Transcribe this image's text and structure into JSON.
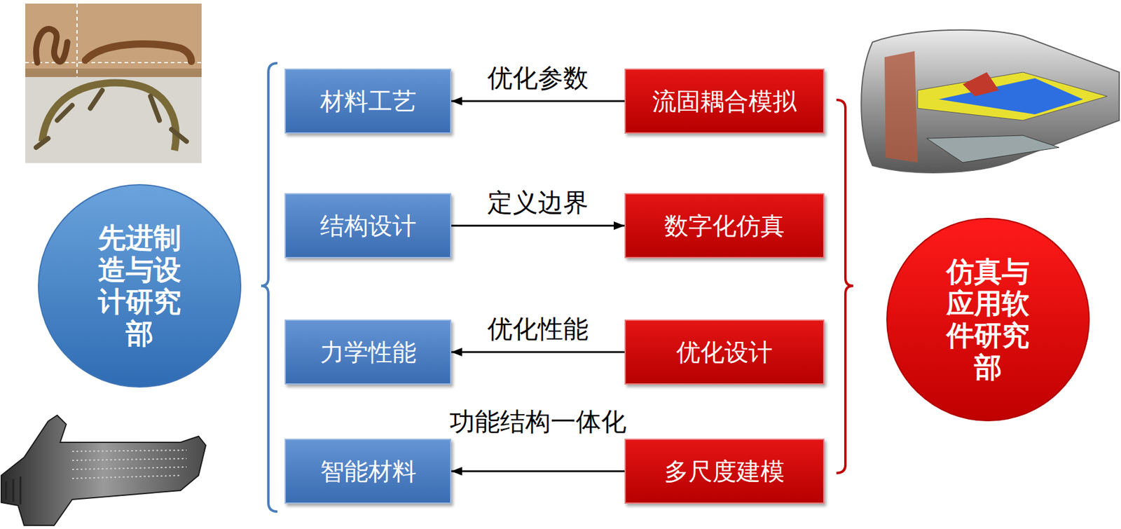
{
  "diagram": {
    "nodes": [
      {
        "text": [
          "先进制造与设计研究部"
        ]
      },
      {
        "text": [
          "材料工艺"
        ]
      },
      {
        "text": [
          "结构设计"
        ]
      },
      {
        "text": [
          "力学性能"
        ]
      },
      {
        "text": [
          "智能材料"
        ]
      },
      {
        "text": [
          "流固耦合模拟"
        ]
      },
      {
        "text": [
          "数字化仿真"
        ]
      },
      {
        "text": [
          "优化设计"
        ]
      },
      {
        "text": [
          "多尺度建模"
        ]
      },
      {
        "text": [
          "仿真与应用软件研究部"
        ]
      }
    ],
    "edges": [
      {
        "from": 5,
        "to": 1,
        "arrow": "to",
        "label": "优化参数"
      },
      {
        "from": 2,
        "to": 6,
        "arrow": "to",
        "label": "定义边界"
      },
      {
        "from": 7,
        "to": 3,
        "arrow": "to",
        "label": "优化性能"
      },
      {
        "from": 8,
        "to": 4,
        "arrow": "to",
        "label": "功能结构一体化"
      }
    ]
  }
}
